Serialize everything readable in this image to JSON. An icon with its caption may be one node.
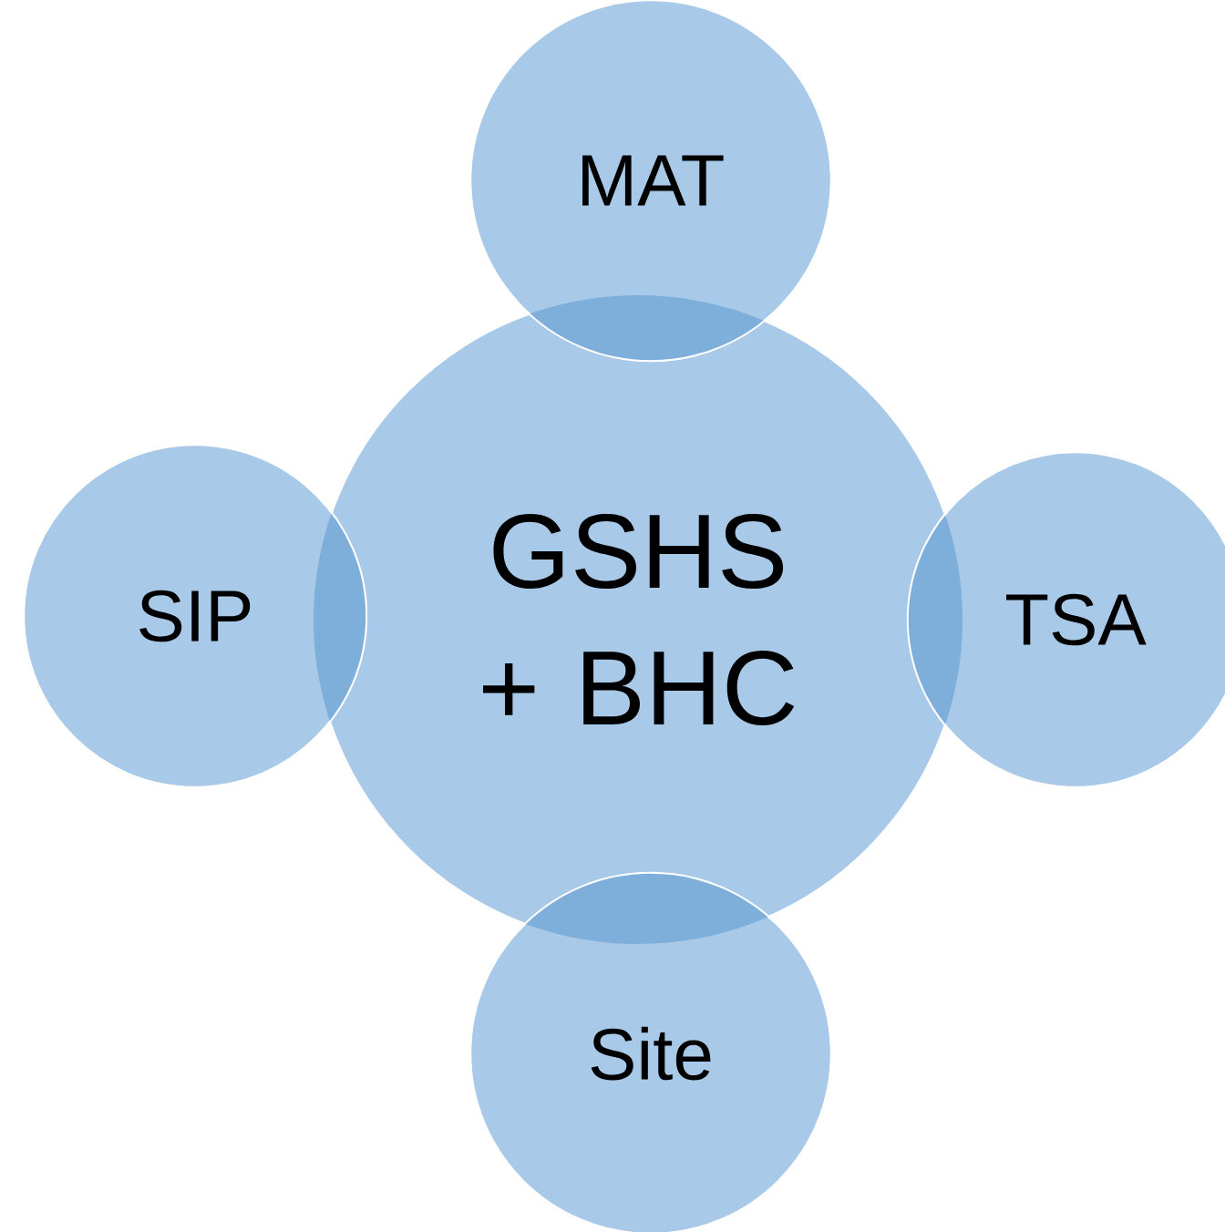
{
  "diagram": {
    "nodes": [
      {
        "text": [
          "GSHS + BHC"
        ]
      },
      {
        "text": [
          "MAT"
        ]
      },
      {
        "text": [
          "SIP"
        ]
      },
      {
        "text": [
          "TSA"
        ]
      },
      {
        "text": [
          "Site"
        ]
      }
    ]
  }
}
